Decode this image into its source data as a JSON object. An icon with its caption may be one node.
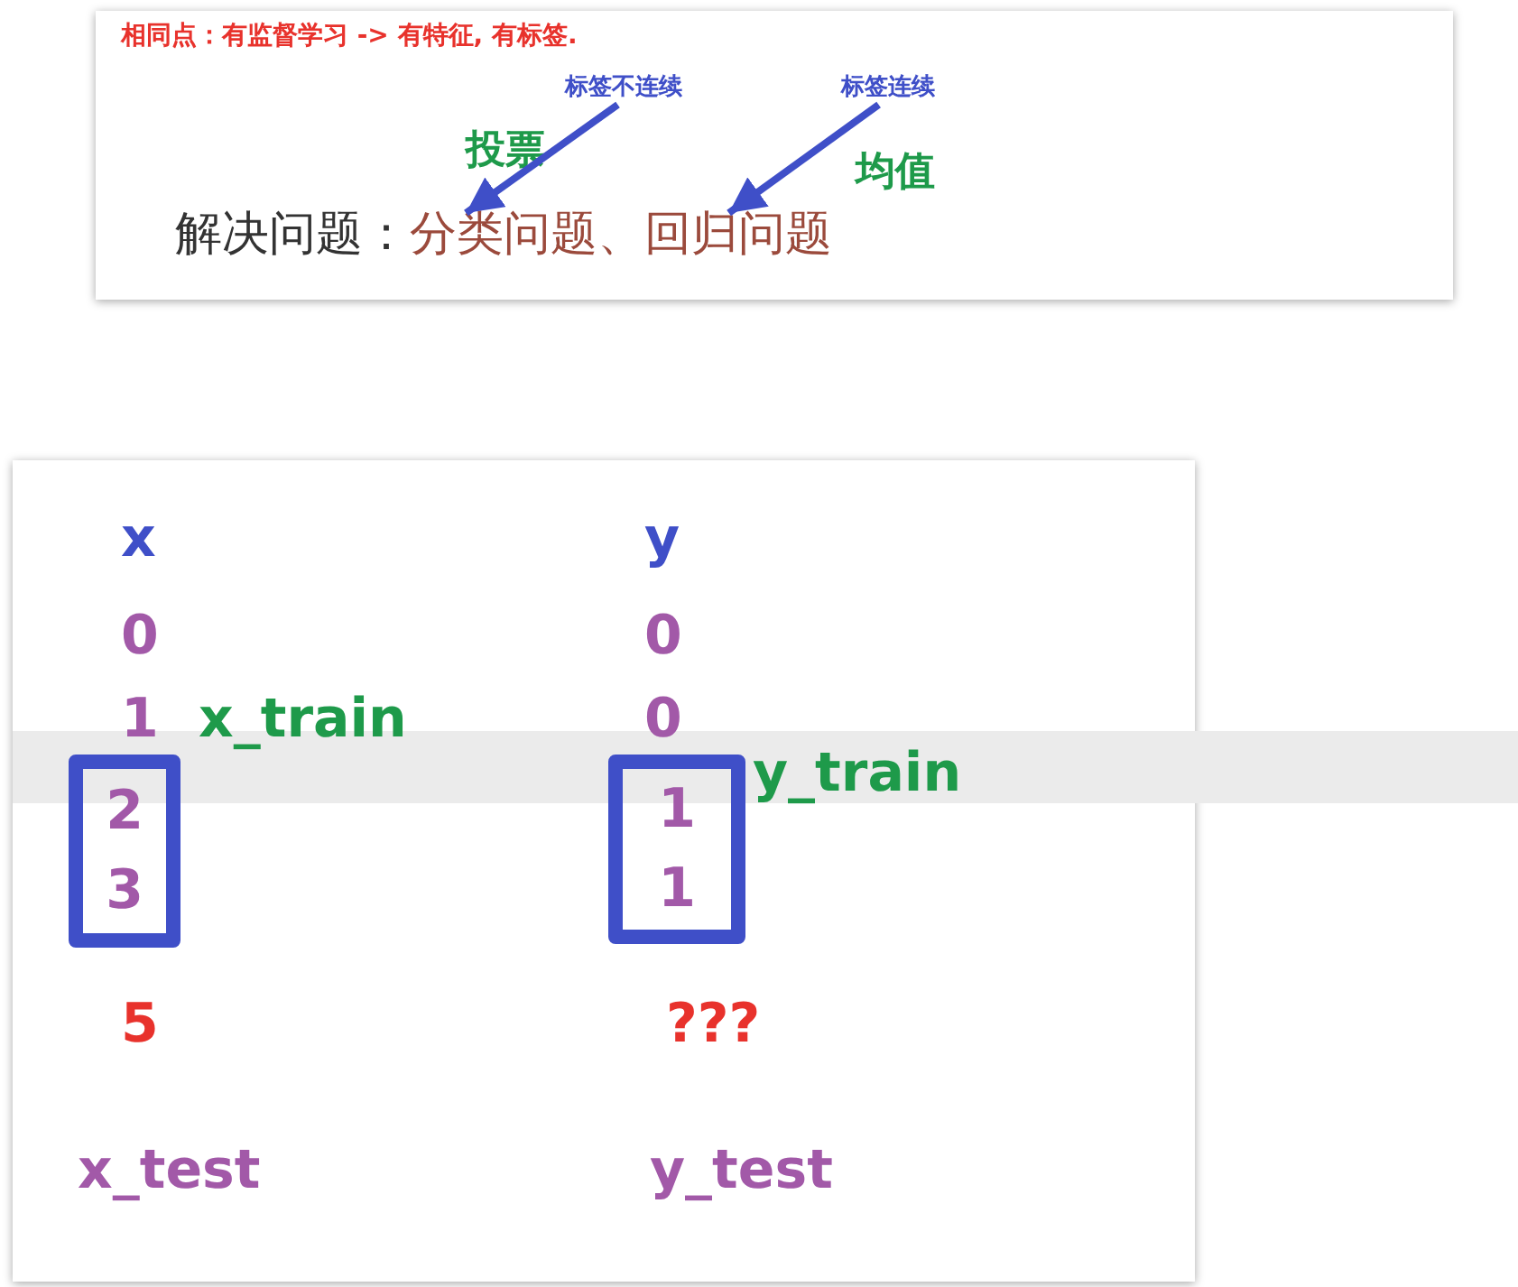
{
  "diagram": {
    "nodes": [
      {
        "text": [
          "标签不连续"
        ]
      },
      {
        "text": [
          "标签连续"
        ]
      },
      {
        "text": [
          "分类问题"
        ]
      },
      {
        "text": [
          "回归问题"
        ]
      },
      {
        "text": [
          "2",
          "3"
        ]
      },
      {
        "text": [
          "1",
          "1"
        ]
      }
    ],
    "edges": [
      {
        "from": 0,
        "to": 2,
        "arrow": "to"
      },
      {
        "from": 1,
        "to": 3,
        "arrow": "to"
      }
    ],
    "labels": [
      "相同点：有监督学习 -> 有特征, 有标签.",
      "投票",
      "均值",
      "解决问题：",
      "、",
      "x",
      "y",
      "0",
      "0",
      "1",
      "x_train",
      "0",
      "y_train",
      "5",
      "???",
      "x_test",
      "y_test"
    ]
  }
}
